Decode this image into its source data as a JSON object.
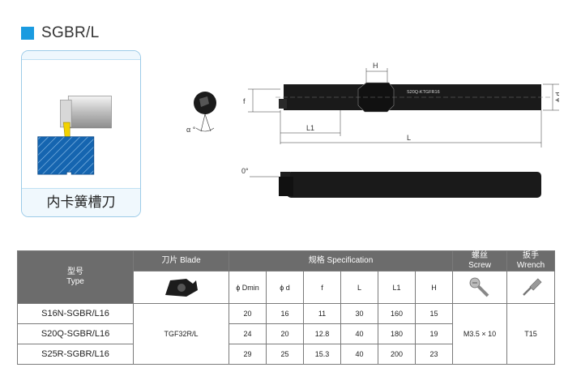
{
  "title": "SGBR/L",
  "card_caption": "内卡簧槽刀",
  "drawing": {
    "dim_H": "H",
    "dim_L1": "L1",
    "dim_L": "L",
    "dim_f": "f",
    "dim_phi_d": "ϕ d",
    "angle_alpha": "α °",
    "angle_zero": "0°",
    "shank_marking": "S20Q-KTGFR16"
  },
  "table": {
    "type_label_cn": "型号",
    "type_label_en": "Type",
    "blade_label": "刀片 Blade",
    "spec_label": "规格 Specification",
    "screw_label_cn": "螺丝",
    "screw_label_en": "Screw",
    "wrench_label_cn": "扳手",
    "wrench_label_en": "Wrench",
    "columns": [
      "ϕ Dmin",
      "ϕ d",
      "f",
      "L",
      "L1",
      "H"
    ],
    "rows": [
      {
        "type": "S16N-SGBR/L16",
        "values": [
          "20",
          "16",
          "11",
          "30",
          "160",
          "15"
        ]
      },
      {
        "type": "S20Q-SGBR/L16",
        "values": [
          "24",
          "20",
          "12.8",
          "40",
          "180",
          "19"
        ]
      },
      {
        "type": "S25R-SGBR/L16",
        "values": [
          "29",
          "25",
          "15.3",
          "40",
          "200",
          "23"
        ]
      }
    ],
    "blade": "TGF32R/L",
    "screw": "M3.5 × 10",
    "wrench": "T15"
  },
  "colors": {
    "accent": "#1a9be0",
    "header_bg": "#6c6c6c",
    "card_border": "#9ccbe8"
  }
}
